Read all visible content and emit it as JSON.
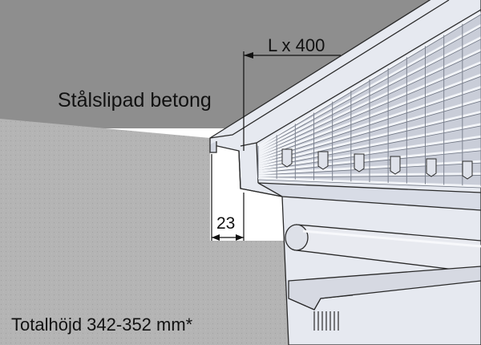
{
  "labels": {
    "material": "Stålslipad betong",
    "dim_top": "L x 400",
    "dim_side": "23",
    "total_height": "Totalhöjd 342-352 mm*"
  },
  "colors": {
    "background_upper": "#8e8e8e",
    "concrete": "#b4b4b4",
    "steel_light": "#eef0f6",
    "steel_mid": "#d2d6e0",
    "steel_dark": "#9aa0ac",
    "line": "#2a2a2a"
  }
}
